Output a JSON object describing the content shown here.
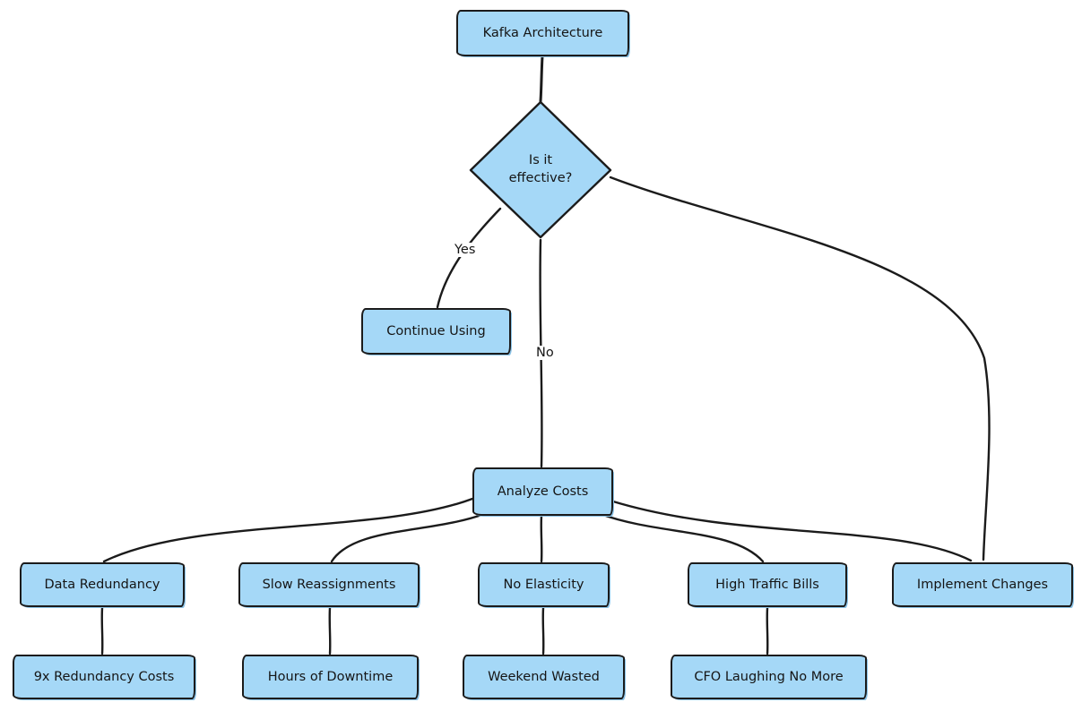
{
  "diagram": {
    "title": "Kafka Architecture decision flowchart",
    "colors": {
      "node_fill": "#a5d8f7",
      "node_stroke": "#1b1b1b",
      "edge": "#1b1b1b",
      "background": "#ffffff"
    },
    "nodes": {
      "kafka": {
        "label": "Kafka Architecture",
        "type": "rectangle"
      },
      "effective": {
        "label": "Is it effective?",
        "type": "diamond"
      },
      "continue_using": {
        "label": "Continue Using",
        "type": "rectangle"
      },
      "analyze_costs": {
        "label": "Analyze Costs",
        "type": "rectangle"
      },
      "data_redundancy": {
        "label": "Data Redundancy",
        "type": "rectangle"
      },
      "slow_reassignments": {
        "label": "Slow Reassignments",
        "type": "rectangle"
      },
      "no_elasticity": {
        "label": "No Elasticity",
        "type": "rectangle"
      },
      "high_traffic_bills": {
        "label": "High Traffic Bills",
        "type": "rectangle"
      },
      "implement_changes": {
        "label": "Implement Changes",
        "type": "rectangle"
      },
      "redundancy_costs": {
        "label": "9x Redundancy Costs",
        "type": "rectangle"
      },
      "hours_of_downtime": {
        "label": "Hours of Downtime",
        "type": "rectangle"
      },
      "weekend_wasted": {
        "label": "Weekend Wasted",
        "type": "rectangle"
      },
      "cfo_laughing": {
        "label": "CFO Laughing No More",
        "type": "rectangle"
      }
    },
    "edge_labels": {
      "yes": "Yes",
      "no": "No"
    },
    "edges": [
      {
        "from": "kafka",
        "to": "effective",
        "label": ""
      },
      {
        "from": "effective",
        "to": "continue_using",
        "label": "Yes"
      },
      {
        "from": "effective",
        "to": "analyze_costs",
        "label": "No"
      },
      {
        "from": "effective",
        "to": "implement_changes",
        "label": ""
      },
      {
        "from": "analyze_costs",
        "to": "data_redundancy",
        "label": ""
      },
      {
        "from": "analyze_costs",
        "to": "slow_reassignments",
        "label": ""
      },
      {
        "from": "analyze_costs",
        "to": "no_elasticity",
        "label": ""
      },
      {
        "from": "analyze_costs",
        "to": "high_traffic_bills",
        "label": ""
      },
      {
        "from": "analyze_costs",
        "to": "implement_changes",
        "label": ""
      },
      {
        "from": "data_redundancy",
        "to": "redundancy_costs",
        "label": ""
      },
      {
        "from": "slow_reassignments",
        "to": "hours_of_downtime",
        "label": ""
      },
      {
        "from": "no_elasticity",
        "to": "weekend_wasted",
        "label": ""
      },
      {
        "from": "high_traffic_bills",
        "to": "cfo_laughing",
        "label": ""
      }
    ]
  }
}
